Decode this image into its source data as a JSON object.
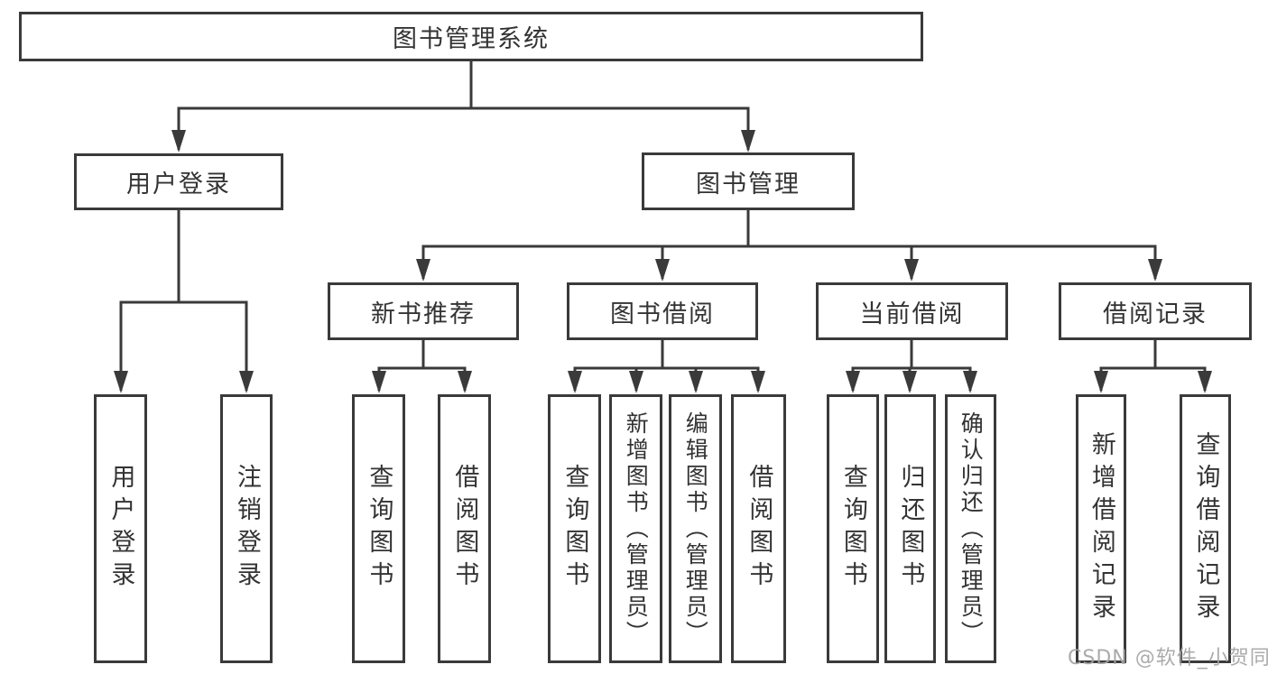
{
  "diagram": {
    "type": "tree",
    "orientation": "top-down",
    "title": "图书管理系统"
  },
  "colors": {
    "line": "#3a3a3a",
    "box_border": "#3a3a3a",
    "box_background": "#ffffff",
    "text": "#333333",
    "watermark": "#a4a4a4",
    "page_background": "#ffffff"
  },
  "nodes": {
    "root": {
      "label": "图书管理系统"
    },
    "user_login": {
      "label": "用户登录"
    },
    "book_mgmt": {
      "label": "图书管理"
    },
    "new_book_rec": {
      "label": "新书推荐"
    },
    "book_borrow": {
      "label": "图书借阅"
    },
    "current_borrow": {
      "label": "当前借阅"
    },
    "borrow_records": {
      "label": "借阅记录"
    },
    "ul_login": {
      "label": "用户登录"
    },
    "ul_logout": {
      "label": "注销登录"
    },
    "nb_query": {
      "label": "查询图书"
    },
    "nb_borrow": {
      "label": "借阅图书"
    },
    "bb_query": {
      "label": "查询图书"
    },
    "bb_add": {
      "label": "新增图书（管理员）"
    },
    "bb_edit": {
      "label": "编辑图书（管理员）"
    },
    "bb_borrow": {
      "label": "借阅图书"
    },
    "cb_query": {
      "label": "查询图书"
    },
    "cb_return": {
      "label": "归还图书"
    },
    "cb_confirm": {
      "label": "确认归还（管理员）"
    },
    "br_add": {
      "label": "新增借阅记录"
    },
    "br_query": {
      "label": "查询借阅记录"
    }
  },
  "hierarchy": {
    "root": [
      "user_login",
      "book_mgmt"
    ],
    "user_login": [
      "ul_login",
      "ul_logout"
    ],
    "book_mgmt": [
      "new_book_rec",
      "book_borrow",
      "current_borrow",
      "borrow_records"
    ],
    "new_book_rec": [
      "nb_query",
      "nb_borrow"
    ],
    "book_borrow": [
      "bb_query",
      "bb_add",
      "bb_edit",
      "bb_borrow"
    ],
    "current_borrow": [
      "cb_query",
      "cb_return",
      "cb_confirm"
    ],
    "borrow_records": [
      "br_add",
      "br_query"
    ]
  },
  "watermark": {
    "text": "CSDN @软件_小贺同学"
  }
}
